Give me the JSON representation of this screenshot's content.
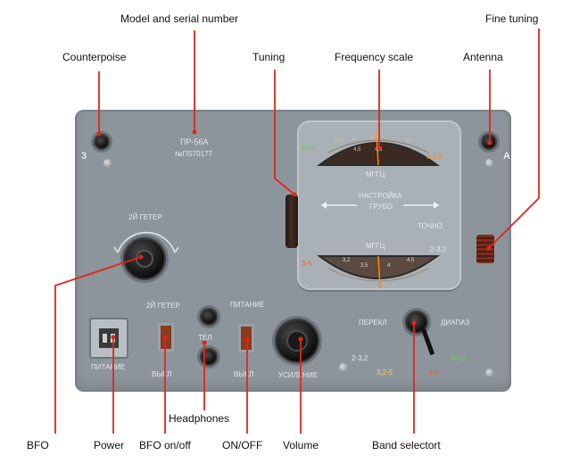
{
  "callouts": {
    "model_serial": "Model and serial number",
    "counterpoise": "Counterpoise",
    "tuning": "Tuning",
    "frequency_scale": "Frequency scale",
    "antenna": "Antenna",
    "fine_tuning": "Fine tuning",
    "headphones": "Headphones",
    "bfo": "BFO",
    "power": "Power",
    "bfo_onoff": "BFO on/off",
    "on_off": "ON/OFF",
    "volume": "Volume",
    "band_selector": "Band selectort"
  },
  "panel": {
    "model": "ПР-56А",
    "serial": "№ПS70177",
    "terminal_3": "3",
    "terminal_a": "A",
    "bfo_knob_label": "2Й ГЕТЕР",
    "bfo_switch_label": "2Й ГЕТЕР",
    "bfo_switch_bottom": "ВЫКЛ",
    "power_connector_label": "ПИТАНИЕ",
    "power_switch_label": "ПИТАНИЕ",
    "power_switch_bottom": "ВЫКЛ",
    "phones_label": "ТЕЛ",
    "volume_label": "УСИЛЕНИЕ",
    "band_left": "ПЕРЕКЛ",
    "band_right": "ДИАПАЗ",
    "band_pos_1": "2-3,2",
    "band_pos_2": "3,2-5",
    "band_pos_3": "3-5",
    "band_pos_4": "6-12"
  },
  "dial": {
    "unit_top": "МГГЦ",
    "unit_bottom": "МГГЦ",
    "tuning_label": "НАСТРОЙКА",
    "coarse_label": "ГРУБО",
    "fine_label": "ТОЧНО",
    "range_top_left": "6-12",
    "range_top_right": "3,2-5",
    "range_bottom_left": "3-5",
    "range_bottom_right": "2-3,2",
    "top_scale": [
      "10,5",
      "11",
      "11,5",
      "12",
      "4,5",
      "4,8"
    ],
    "bottom_scale": [
      "3,2",
      "3,5",
      "4",
      "4,5"
    ]
  },
  "colors": {
    "panel": "#8d959c",
    "leader": "#e0261b",
    "orange": "#ff8a00",
    "green": "#6ccf54"
  }
}
